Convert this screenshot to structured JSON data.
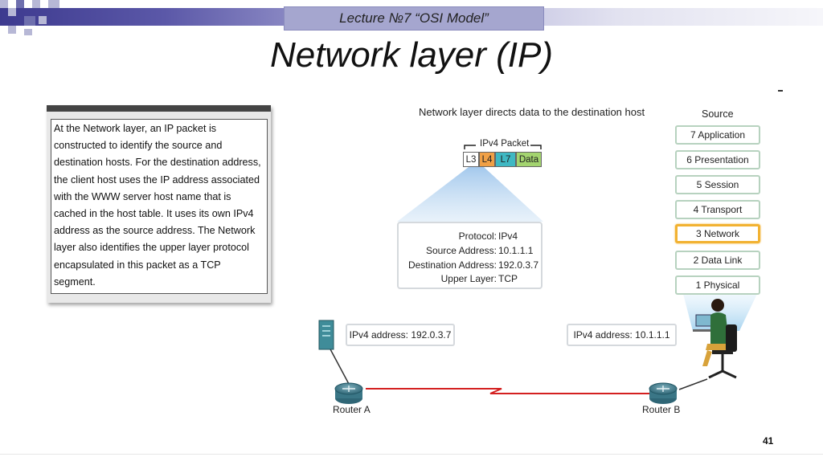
{
  "header": {
    "lecture": "Lecture  №7 “OSI Model”",
    "title": "Network layer (IP)"
  },
  "panel": {
    "lines": [
      "At the Network layer, an IP packet is",
      "constructed to identify the source and",
      "destination hosts. For the destination address,",
      "the client host uses the IP address associated",
      "with the WWW server host name that is",
      "cached in the host table. It uses its own IPv4",
      "address as the source address. The Network",
      "layer also identifies the upper layer protocol",
      "encapsulated in this packet as a TCP",
      "segment."
    ]
  },
  "diagram": {
    "caption": "Network layer directs data to the destination host",
    "source_label": "Source",
    "osi_layers": [
      {
        "label": "7 Application",
        "active": false
      },
      {
        "label": "6 Presentation",
        "active": false
      },
      {
        "label": "5 Session",
        "active": false
      },
      {
        "label": "4 Transport",
        "active": false
      },
      {
        "label": "3 Network",
        "active": true
      },
      {
        "label": "2 Data Link",
        "active": false
      },
      {
        "label": "1 Physical",
        "active": false
      }
    ],
    "packet": {
      "title": "IPv4 Packet",
      "segments": [
        {
          "label": "L3",
          "color": "#ffffff"
        },
        {
          "label": "L4",
          "color": "#f0a046"
        },
        {
          "label": "L7",
          "color": "#3fb8c3"
        },
        {
          "label": "Data",
          "color": "#a3d46f"
        }
      ]
    },
    "header_fields": [
      {
        "key": "Protocol:",
        "value": "IPv4"
      },
      {
        "key": "Source Address:",
        "value": "10.1.1.1"
      },
      {
        "key": "Destination Address:",
        "value": "192.0.3.7"
      },
      {
        "key": "Upper Layer:",
        "value": "TCP"
      }
    ],
    "server_address": "IPv4 address: 192.0.3.7",
    "client_address": "IPv4 address: 10.1.1.1",
    "router_a": "Router A",
    "router_b": "Router B",
    "colors": {
      "link": "#d42020",
      "active_layer": "#f2b232",
      "router": "#3f7f8f"
    }
  },
  "page_number": "41"
}
